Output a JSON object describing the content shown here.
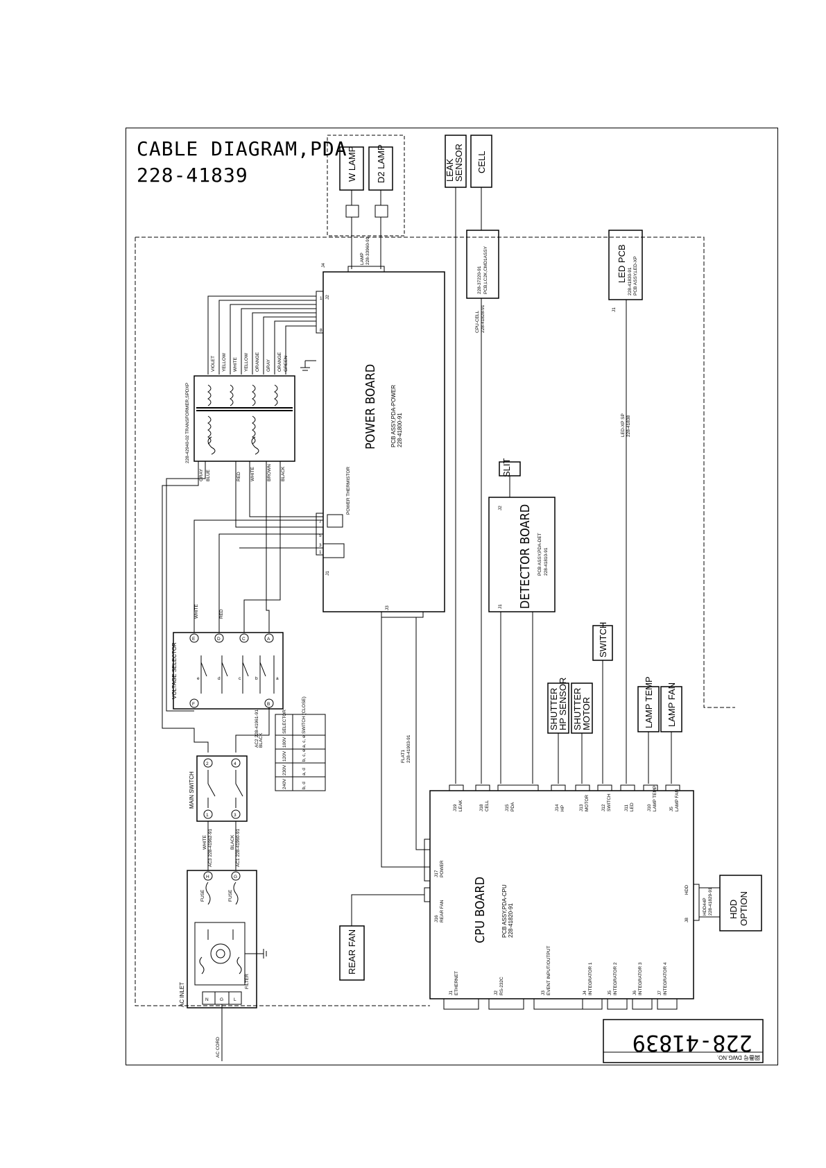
{
  "title": {
    "line1": "CABLE DIAGRAM,PDA",
    "line2": "228-41839"
  },
  "drawing_number": "228-41839",
  "dwg_label": "図番号  DWG.NO.",
  "components": {
    "w_lamp": "W LAMP",
    "d2_lamp": "D2 LAMP",
    "leak_sensor_1": "LEAK",
    "leak_sensor_2": "SENSOR",
    "cell": "CELL",
    "lamp_cable_1": "LAMP",
    "lamp_cable_2": "228-33960-91",
    "cmd_assy_1": "228-37220-91",
    "cmd_assy_2": "PCB,LC2K,CMD1ASSY",
    "led_pcb": "LED PCB",
    "led_pcb_pn": "228-41830-91",
    "led_pcb_desc": "PCB ASSY,LED-XP",
    "power_board": "POWER BOARD",
    "power_board_desc": "PCB ASSY,PDA-POWER",
    "power_board_pn": "228-41800-91",
    "power_thermistor": "POWER THERMISTOR",
    "transformer": "228-42940-02 TRANSFORMER,SPDXP",
    "slit": "SLIT",
    "detector_board": "DETECTOR  BOARD",
    "detector_desc": "PCB ASSY,PDA-DET",
    "detector_pn": "228-41810-91",
    "cpu_cell_1": "CPU-CELL",
    "cpu_cell_2": "228-41828-91",
    "led_xp_1": "LED-XP SP",
    "led_xp_2": "228-41838",
    "voltage_selector": "VOLTAGE SELECTOR",
    "switch": "SWITCH",
    "shutter_hp_1": "SHUTTER",
    "shutter_hp_2": "HP SENSOR",
    "shutter_motor_1": "SHUTTER",
    "shutter_motor_2": "MOTOR",
    "lamp_temp": "LAMP TEMP",
    "lamp_fan": "LAMP FAN",
    "flat_1": "FLAT1",
    "flat_2": "228-41903-91",
    "main_switch": "MAIN SWITCH",
    "ac2": "AC2 228-41961-91",
    "ac3": "AC3 228-41962-91",
    "ac1": "AC1 228-41960-91",
    "cpu_board": "CPU BOARD",
    "cpu_desc": "PCB ASSY,PDA-CPU",
    "cpu_pn": "228-41820-91",
    "rear_fan": "REAR FAN",
    "hdd_1": "HDD",
    "hdd_2": "OPTION",
    "hdd_cable_1": "HDD44P",
    "hdd_cable_2": "228-41829-91",
    "ac_inlet": "AC INLET",
    "fuse": "FUSE",
    "filter": "FILTER",
    "ac_cord": "AC CORD"
  },
  "connectors": {
    "j4": "J4",
    "j2": "J2",
    "j1": "J1",
    "j3": "J3",
    "j1_led": "J1",
    "j2_det": "J2",
    "j1_det": "J1",
    "j17": "J17",
    "j17b": "POWER",
    "j16": "J16",
    "j16b": "REAR FAN",
    "j8": "J8",
    "hdd": "HDD",
    "pin1": "1",
    "pin8": "8",
    "pin7": "7",
    "pin5": "5",
    "pin3": "3",
    "pin1b": "1",
    "vs_e": "E",
    "vs_d": "D",
    "vs_c": "C",
    "vs_a": "A",
    "vs_f": "F",
    "vs_b": "B",
    "sw_e": "e",
    "sw_d": "d",
    "sw_c": "c",
    "sw_b": "b",
    "sw_a": "a",
    "ms_2": "2",
    "ms_4": "4",
    "ms_1": "1",
    "ms_3": "3",
    "fin_h": "H",
    "fin_g": "G",
    "fin_l": "L",
    "fin_n": "N",
    "fin_g2": "G",
    "fin_l2": "L"
  },
  "cpu_connectors_top": [
    {
      "j": "J19",
      "name": "LEAK"
    },
    {
      "j": "J18",
      "name": "CELL"
    },
    {
      "j": "J15",
      "name": "PDA"
    },
    {
      "j": "J14",
      "name": "HP"
    },
    {
      "j": "J13",
      "name": "MOTOR"
    },
    {
      "j": "J12",
      "name": "SWITCH"
    },
    {
      "j": "J11",
      "name": "LED"
    },
    {
      "j": "J10",
      "name": "LAMP TEMP"
    },
    {
      "j": "J5",
      "name": "LAMP FAN"
    }
  ],
  "cpu_connectors_bottom": [
    {
      "j": "J1",
      "name": "ETHERNET"
    },
    {
      "j": "J2",
      "name": "RS-232C"
    },
    {
      "j": "J3",
      "name": "EVENT INPUT/OUTPUT"
    },
    {
      "j": "J4",
      "name": "INTEGRATOR 1"
    },
    {
      "j": "J5",
      "name": "INTEGRATOR 2"
    },
    {
      "j": "J6",
      "name": "INTEGRATOR 3"
    },
    {
      "j": "J7",
      "name": "INTEGRATOR 4"
    }
  ],
  "wires": {
    "violet": "VIOLET",
    "yellow": "YELLOW",
    "white": "WHITE",
    "yellow2": "YELLOW",
    "orange": "ORANGE",
    "gray": "GRAY",
    "orange2": "ORANGE",
    "green": "GREEN",
    "gray2": "GRAY",
    "blue": "BLUE",
    "red": "RED",
    "white2": "WHITE",
    "brown": "BROWN",
    "black": "BLACK",
    "vs_white": "WHITE",
    "vs_red": "RED",
    "black2": "BLACK",
    "ms_white": "WHITE",
    "ms_black": "BLACK"
  },
  "selector_table": {
    "headers": [
      "SELECTOR",
      "SWITCH (CLOSE)"
    ],
    "rows": [
      [
        "100V",
        "a, c, e"
      ],
      [
        "120V",
        "b, c, e"
      ],
      [
        "230V",
        "a, d"
      ],
      [
        "240V",
        "b, d"
      ]
    ]
  }
}
